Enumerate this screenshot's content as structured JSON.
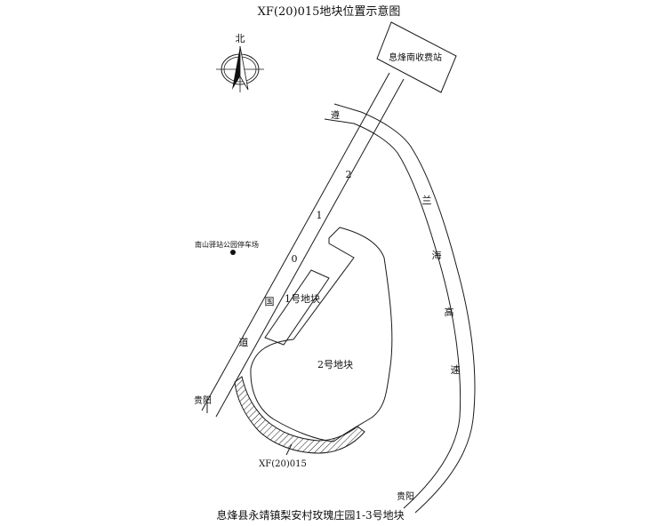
{
  "title": "XF(20)015地块位置示意图",
  "north_label": "北",
  "toll_station": "息烽南收费站",
  "highway_name": [
    "兰",
    "海",
    "高",
    "速"
  ],
  "road_name": [
    "2",
    "1",
    "0",
    "国",
    "道"
  ],
  "to_guiyang_label": "贵阳",
  "station_label": "遵",
  "park_label": "南山驿站公园停车场",
  "parcel_1": "1号地块",
  "parcel_2": "2号地块",
  "parcel_id": "XF(20)015",
  "footer": "息烽县永靖镇梨安村玫瑰庄园1-3号地块",
  "colors": {
    "line": "#1a1a1a",
    "hatch": "#1a1a1a",
    "background": "#ffffff"
  }
}
